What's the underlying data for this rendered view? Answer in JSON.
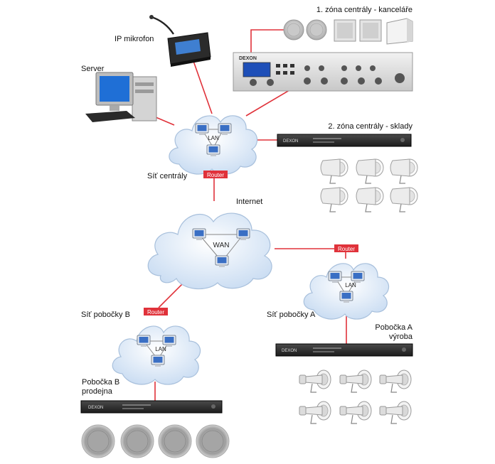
{
  "labels": {
    "zone1": "1. zóna centrály - kanceláře",
    "ip_mic": "IP mikrofon",
    "server": "Server",
    "zone2": "2. zóna centrály - sklady",
    "central_net": "Síť centrály",
    "internet": "Internet",
    "branch_b_net": "Síť pobočky B",
    "branch_a_net": "Síť pobočky A",
    "branch_a_line1": "Pobočka A",
    "branch_a_line2": "výroba",
    "branch_b_line1": "Pobočka B",
    "branch_b_line2": "prodejna"
  },
  "router_label": "Router",
  "lan_label": "LAN",
  "wan_label": "WAN",
  "device_brand": "DEXON",
  "colors": {
    "link": "#e0323a",
    "router_fill": "#e0323a",
    "cloud_fill": "#d8e6f5",
    "cloud_stroke": "#9fb8d6",
    "rack_fill": "#2a2a2a"
  },
  "icons": [
    "ip-microphone-icon",
    "server-computer-icon",
    "mixer-amplifier-icon",
    "speaker-icon",
    "horn-speaker-icon",
    "ceiling-speaker-icon",
    "rack-amplifier-icon",
    "cloud-icon",
    "terminal-icon"
  ]
}
